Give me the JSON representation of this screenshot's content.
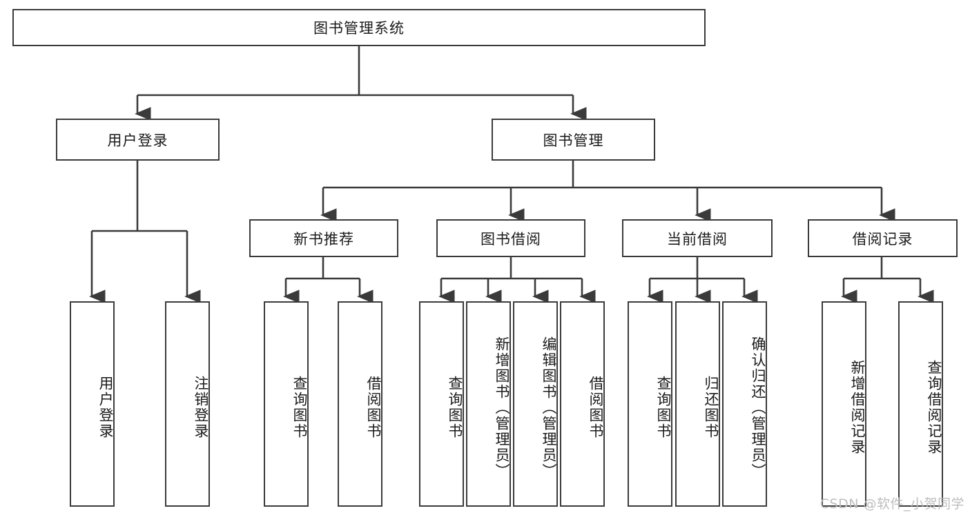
{
  "diagram": {
    "title": "图书管理系统",
    "type": "tree-hierarchy-chart",
    "stroke_color": "#3a3a3a",
    "fill_color": "#ffffff",
    "text_color": "#1a1a1a"
  },
  "root": {
    "label": "图书管理系统"
  },
  "level2": [
    {
      "label": "用户登录"
    },
    {
      "label": "图书管理"
    }
  ],
  "level3": [
    {
      "label": "新书推荐"
    },
    {
      "label": "图书借阅"
    },
    {
      "label": "当前借阅"
    },
    {
      "label": "借阅记录"
    }
  ],
  "leaves": {
    "user_login": [
      {
        "label": "用户登录"
      },
      {
        "label": "注销登录"
      }
    ],
    "new_book_recommend": [
      {
        "label": "查询图书"
      },
      {
        "label": "借阅图书"
      }
    ],
    "book_borrow": [
      {
        "label": "查询图书"
      },
      {
        "label": "新增图书（管理员）"
      },
      {
        "label": "编辑图书（管理员）"
      },
      {
        "label": "借阅图书"
      }
    ],
    "current_borrow": [
      {
        "label": "查询图书"
      },
      {
        "label": "归还图书"
      },
      {
        "label": "确认归还（管理员）"
      }
    ],
    "borrow_record": [
      {
        "label": "新增借阅记录"
      },
      {
        "label": "查询借阅记录"
      }
    ]
  },
  "watermark": {
    "text": "CSDN @软件_小贺同学"
  }
}
